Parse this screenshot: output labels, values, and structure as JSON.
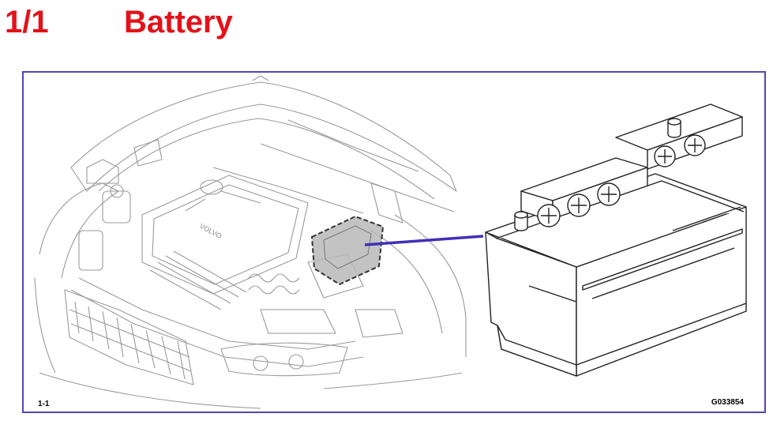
{
  "header": {
    "page": "1/1",
    "title": "Battery"
  },
  "figure": {
    "figure_label": "1-1",
    "reference_code": "G033854",
    "car_badge_text": "VOLVO"
  },
  "colors": {
    "heading_red": "#e3121a",
    "frame_border": "#5046b4",
    "pointer_line": "#4030b8",
    "line_art": "#9a9a9a",
    "battery_outline": "#222222",
    "highlight_fill": "#b8b8b8"
  },
  "icons": {
    "battery": "battery-icon",
    "pointer": "pointer-line"
  }
}
